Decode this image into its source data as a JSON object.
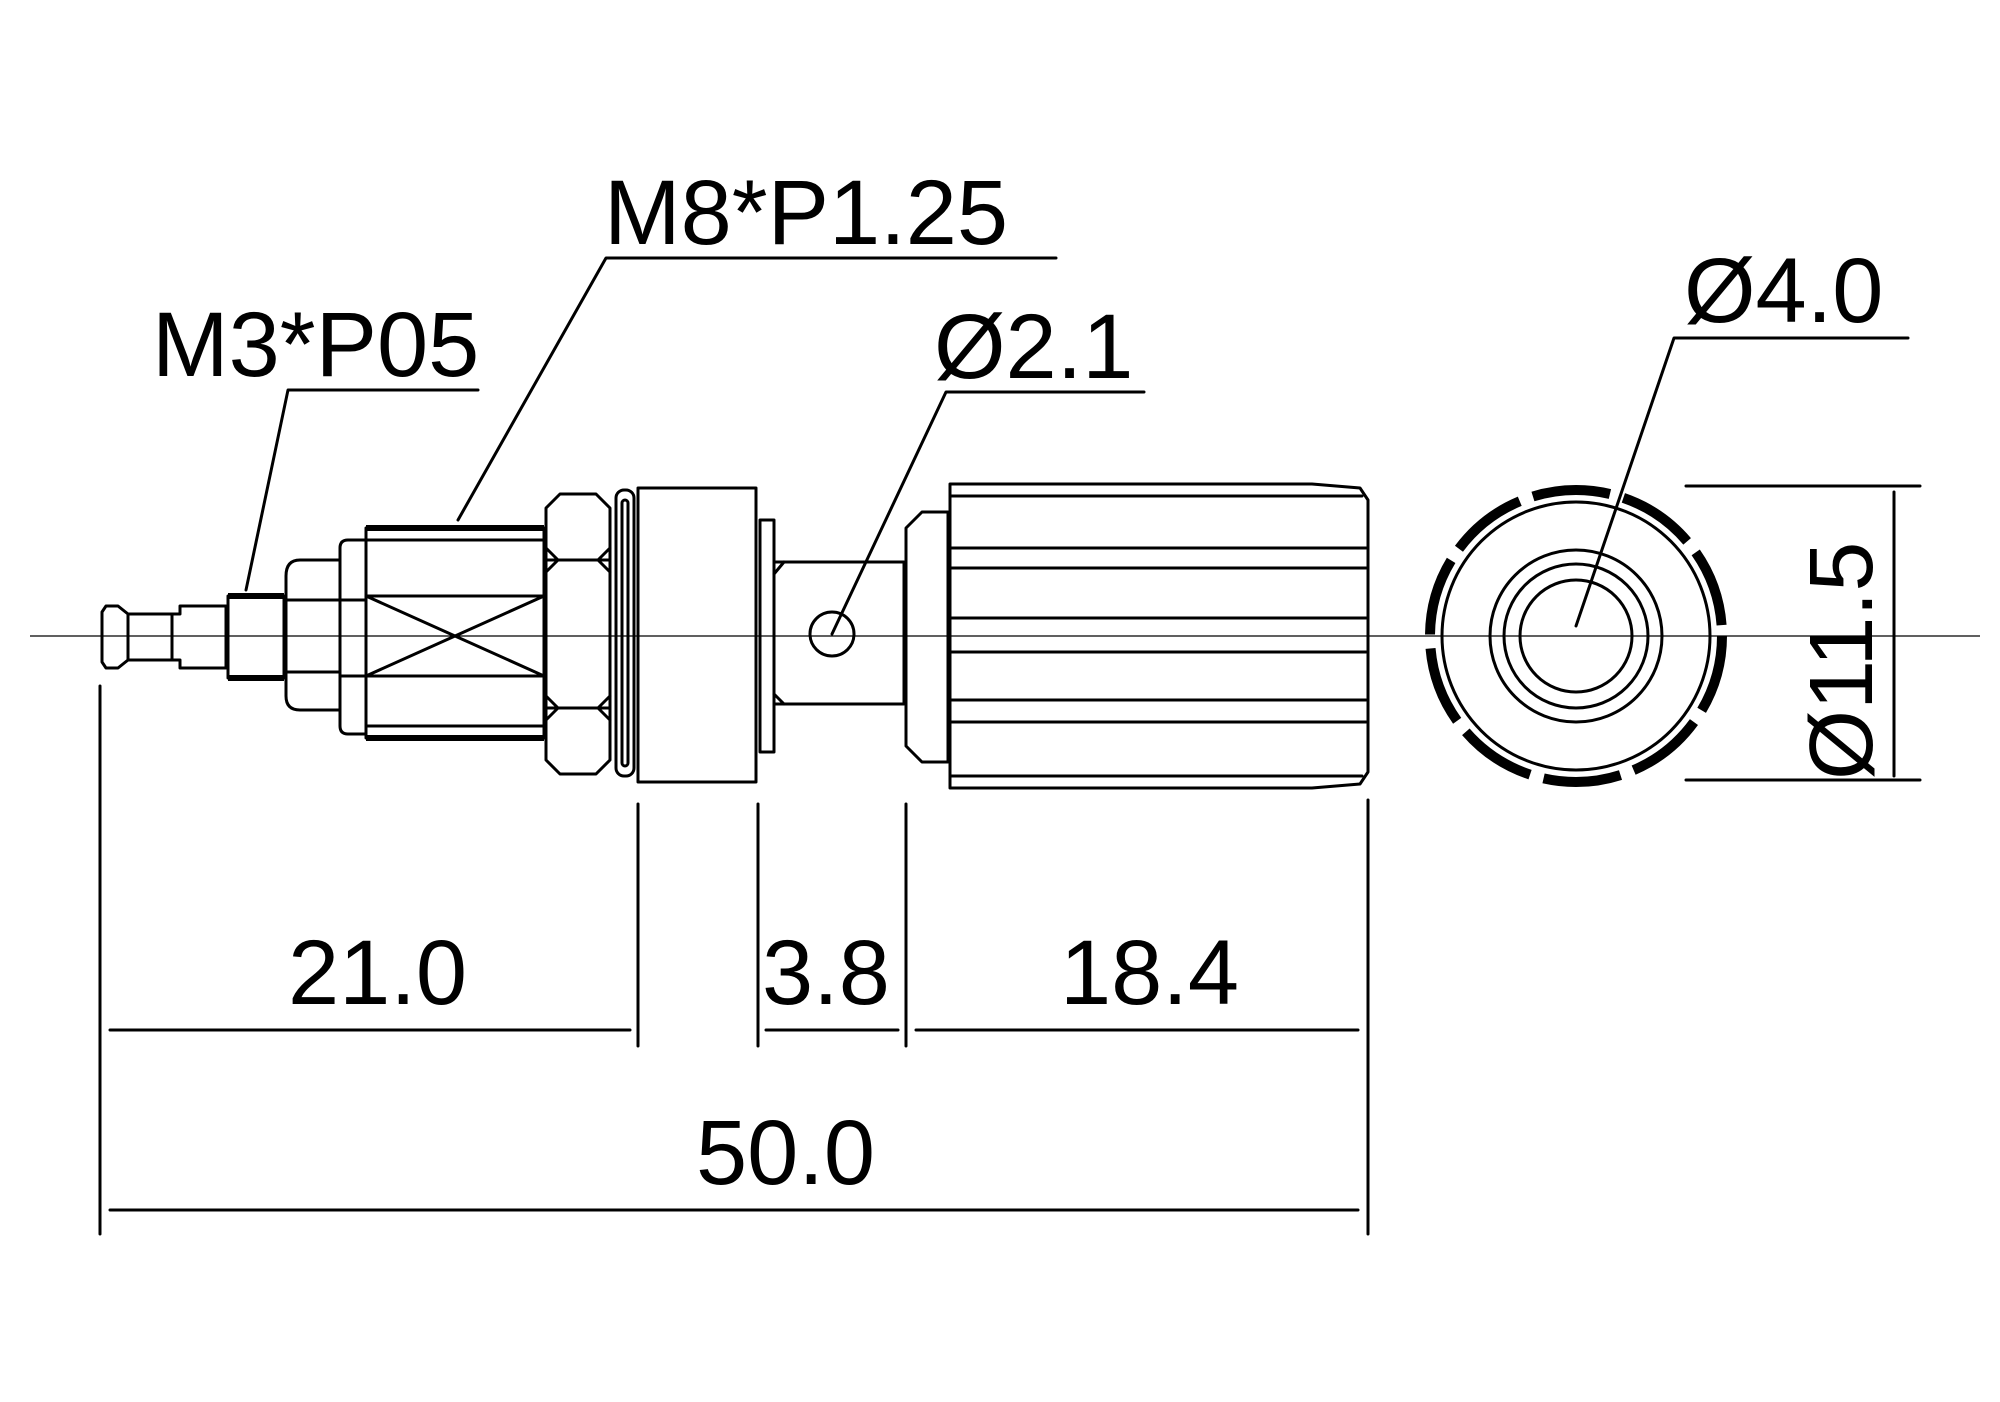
{
  "labels": {
    "thread_small": "M3*P05",
    "thread_large": "M8*P1.25",
    "hole_diameter": "Ø2.1",
    "socket_diameter": "Ø4.0",
    "outer_diameter": "Ø11.5"
  },
  "dimensions": {
    "length_thread_section": "21.0",
    "length_gap": "3.8",
    "length_cap": "18.4",
    "length_total": "50.0"
  }
}
